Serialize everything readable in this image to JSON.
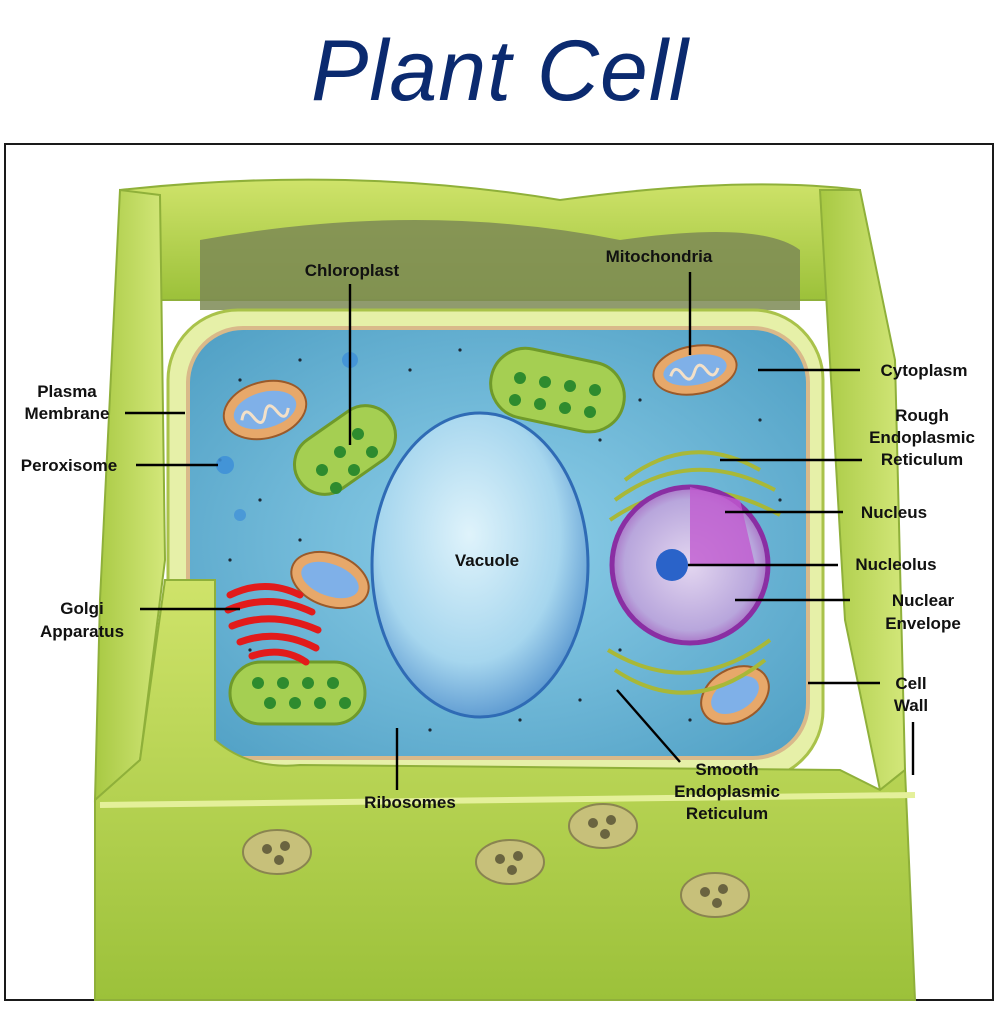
{
  "title": "Plant Cell",
  "labels": {
    "chloroplast": "Chloroplast",
    "mitochondria": "Mitochondria",
    "cytoplasm": "Cytoplasm",
    "plasma_membrane": [
      "Plasma",
      "Membrane"
    ],
    "rough_er": [
      "Rough",
      "Endoplasmic",
      "Reticulum"
    ],
    "peroxisome": "Peroxisome",
    "nucleus": "Nucleus",
    "vacuole": "Vacuole",
    "nucleolus": "Nucleolus",
    "golgi": [
      "Golgi",
      "Apparatus"
    ],
    "nuclear_envelope": [
      "Nuclear",
      "Envelope"
    ],
    "cell_wall": [
      "Cell",
      "Wall"
    ],
    "smooth_er": [
      "Smooth",
      "Endoplasmic",
      "Reticulum"
    ],
    "ribosomes": "Ribosomes"
  },
  "colors": {
    "title": "#0b2a6f",
    "cell_wall": "#b5d24a",
    "cytoplasm": "#6fb8d6",
    "vacuole": "#9fd0ec",
    "chloroplast": "#8fbf3a",
    "nucleus": "#a14bb5",
    "golgi": "#e21b1b",
    "mitochondria": "#d98a4a"
  }
}
